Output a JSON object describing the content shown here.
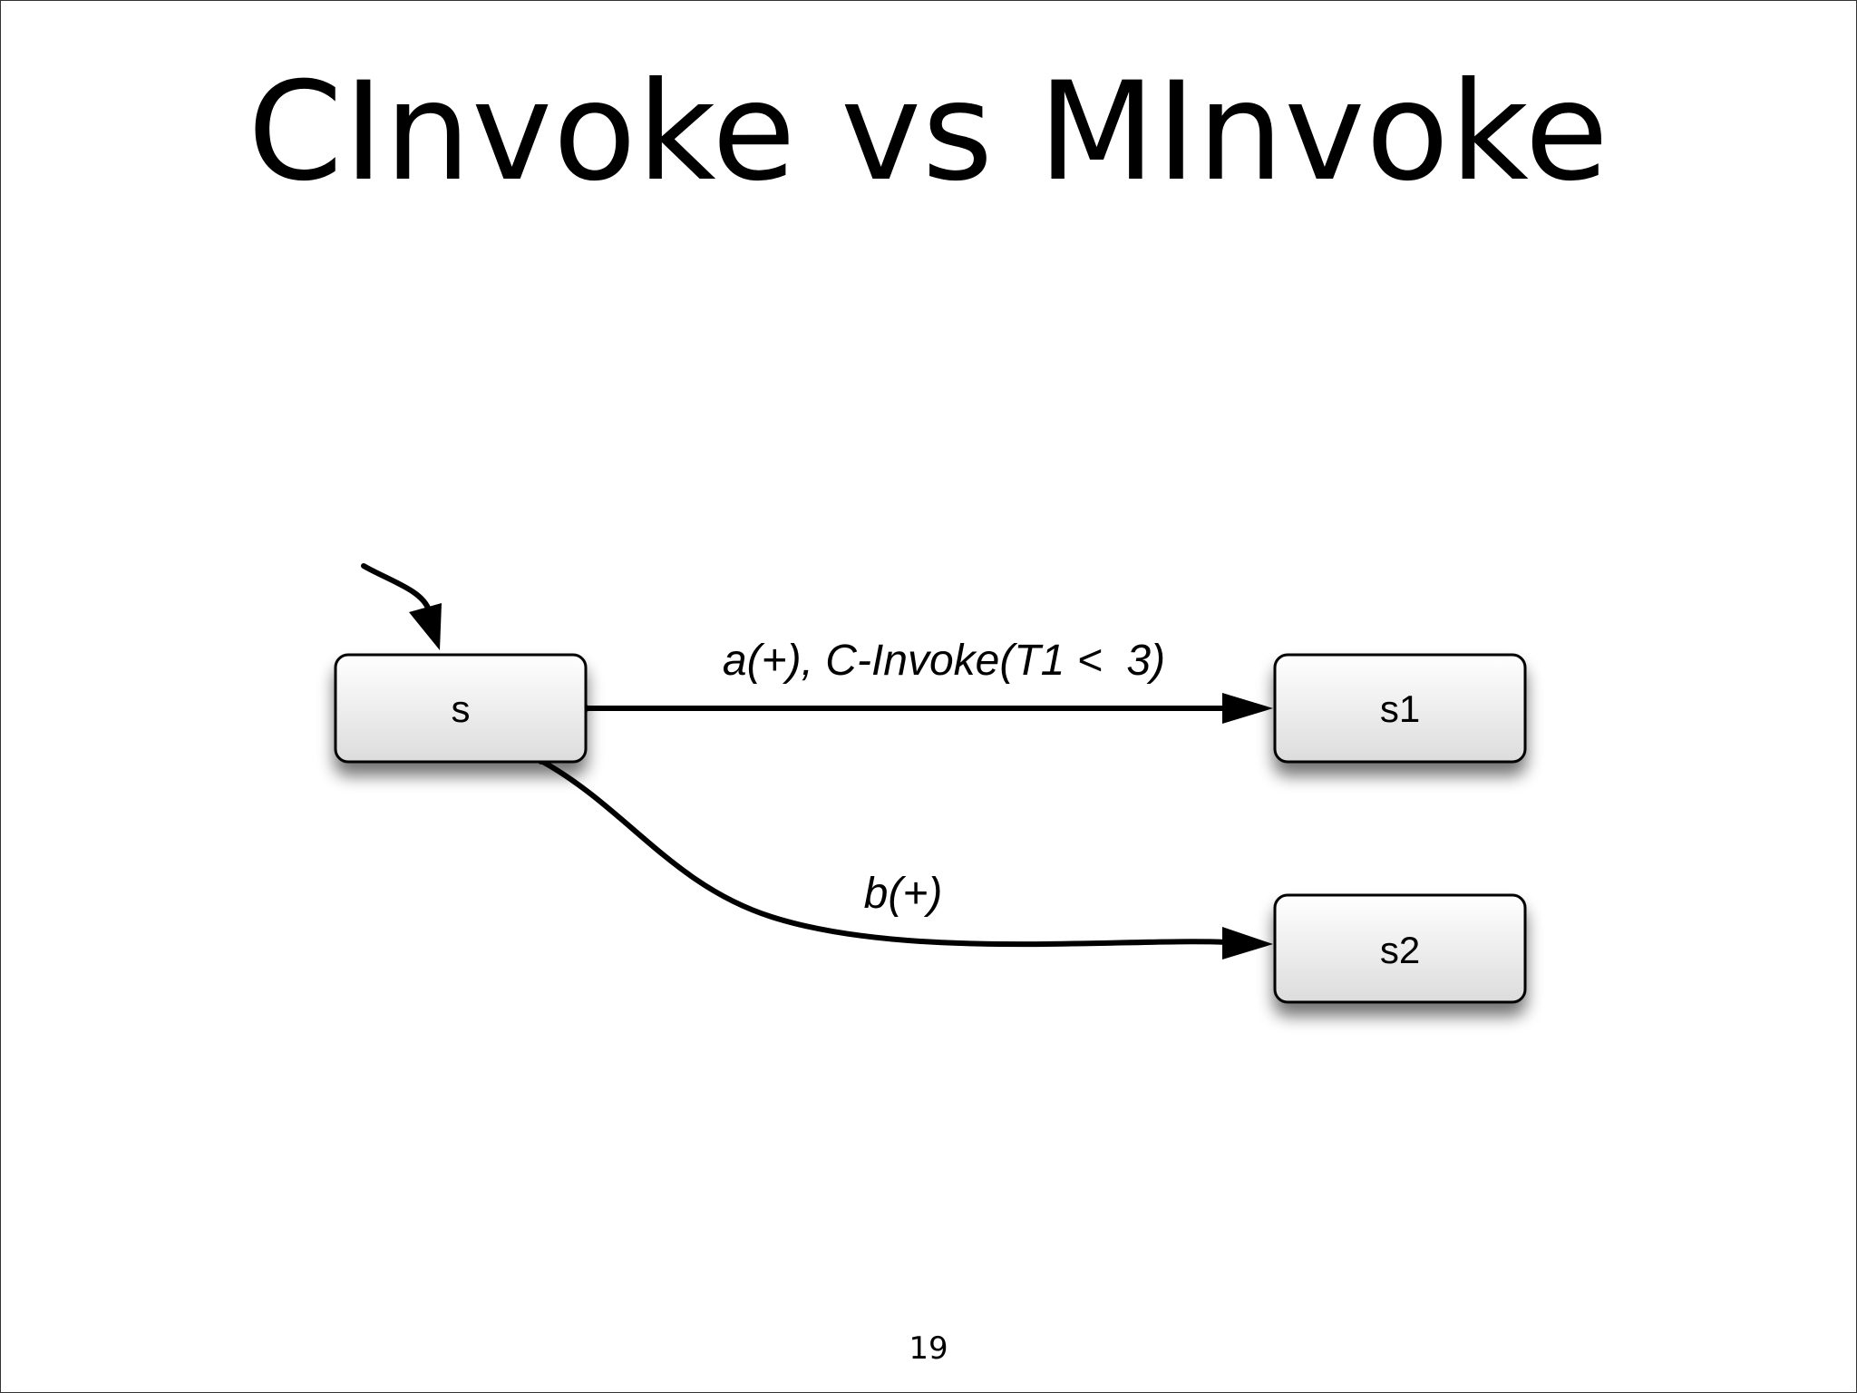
{
  "slide": {
    "title": "CInvoke vs MInvoke",
    "page_number": "19"
  },
  "diagram": {
    "states": [
      {
        "id": "s",
        "label": "s",
        "initial": true
      },
      {
        "id": "s1",
        "label": "s1"
      },
      {
        "id": "s2",
        "label": "s2"
      }
    ],
    "transitions": [
      {
        "from": "s",
        "to": "s1",
        "label": "a(+), C-Invoke(T1 <  3)"
      },
      {
        "from": "s",
        "to": "s2",
        "label": "b(+)"
      }
    ],
    "colors": {
      "stroke": "#000000",
      "state_fill_top": "#ffffff",
      "state_fill_bottom": "#dcdcdc"
    }
  }
}
